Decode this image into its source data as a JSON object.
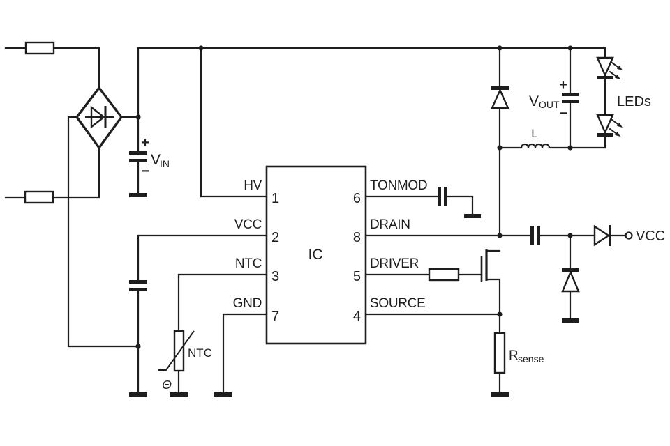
{
  "ic": {
    "label": "IC",
    "left_pins": [
      {
        "name": "HV",
        "number": "1"
      },
      {
        "name": "VCC",
        "number": "2"
      },
      {
        "name": "NTC",
        "number": "3"
      },
      {
        "name": "GND",
        "number": "7"
      }
    ],
    "right_pins": [
      {
        "name": "TONMOD",
        "number": "6"
      },
      {
        "name": "DRAIN",
        "number": "8"
      },
      {
        "name": "DRIVER",
        "number": "5"
      },
      {
        "name": "SOURCE",
        "number": "4"
      }
    ]
  },
  "labels": {
    "vin": {
      "main": "V",
      "sub": "IN",
      "plus": "+",
      "minus": "−"
    },
    "vout": {
      "main": "V",
      "sub": "OUT",
      "plus": "+",
      "minus": "−"
    },
    "vcc_terminal": "VCC",
    "leds": "LEDs",
    "inductor": "L",
    "ntc": "NTC",
    "theta": "Θ",
    "rsense": {
      "main": "R",
      "sub": "sense"
    }
  },
  "colors": {
    "ink": "#1e1e1e",
    "background": "#ffffff"
  }
}
